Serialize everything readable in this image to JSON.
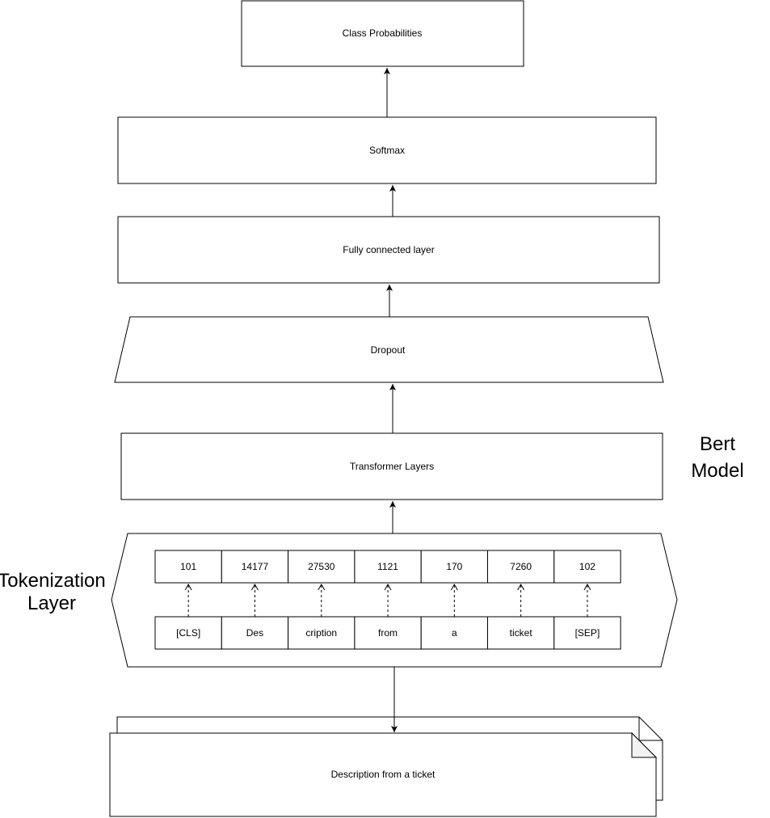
{
  "layers": {
    "class_probabilities": "Class Probabilities",
    "softmax": "Softmax",
    "fully_connected": "Fully connected layer",
    "dropout": "Dropout",
    "transformer": "Transformer Layers"
  },
  "side_labels": {
    "bert_model": [
      "Bert",
      "Model"
    ],
    "tokenization_layer": [
      "Tokenization",
      "Layer"
    ]
  },
  "tokenization": {
    "token_ids": [
      "101",
      "14177",
      "27530",
      "1121",
      "170",
      "7260",
      "102"
    ],
    "tokens": [
      "[CLS]",
      "Des",
      "cription",
      "from",
      "a",
      "ticket",
      "[SEP]"
    ]
  },
  "input": {
    "label": "Description from a ticket"
  }
}
